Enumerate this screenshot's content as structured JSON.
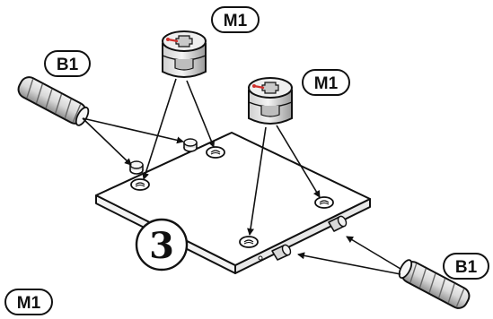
{
  "labels": {
    "cam_lock_top": "M1",
    "cam_lock_right": "M1",
    "cam_lock_bottom_left": "M1",
    "dowel_left": "B1",
    "dowel_right": "B1"
  },
  "step_number": "3",
  "colors": {
    "line": "#111111",
    "board_top": "#ffffff",
    "board_edge": "#f2f2f2",
    "metal_light": "#e6e6e6",
    "metal_dark": "#9a9a9a",
    "cam_accent": "#d0312d"
  }
}
